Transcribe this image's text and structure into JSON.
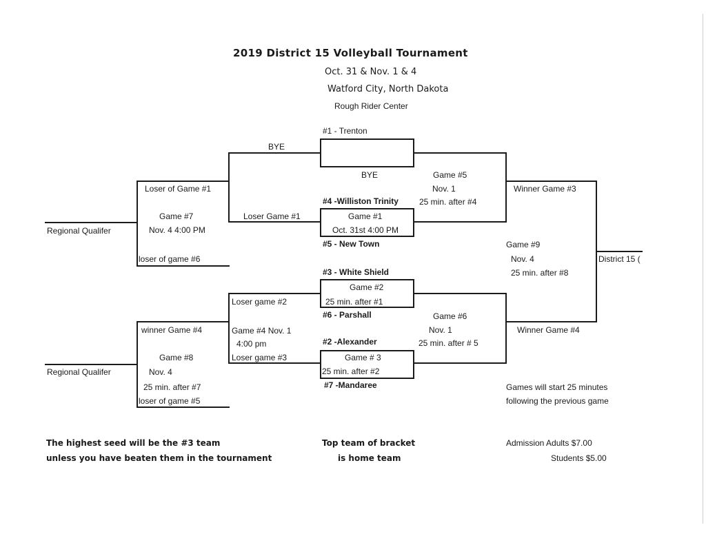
{
  "header": {
    "title": "2019 District 15 Volleyball Tournament",
    "dates": "Oct. 31 & Nov. 1 & 4",
    "city": "Watford City, North Dakota",
    "venue": "Rough Rider Center"
  },
  "seeds": {
    "s1": "#1 - Trenton",
    "s4": "#4 -Williston Trinity",
    "s5": "#5 - New Town",
    "s3": "#3 - White Shield",
    "s6": "#6 - Parshall",
    "s2": "#2 -Alexander",
    "s7": "#7 -Mandaree"
  },
  "games": {
    "bye_top": "BYE",
    "bye_below": "BYE",
    "g1_title": "Game #1",
    "g1_time": "Oct. 31st   4:00 PM",
    "g2_title": "Game #2",
    "g2_time": "25 min. after #1",
    "g3_title": "Game # 3",
    "g3_time": "25 min. after #2",
    "g4_label": "Game #4    Nov. 1",
    "g4_time": "4:00 pm",
    "g5_title": "Game #5",
    "g5_date": "Nov. 1",
    "g5_time": "25 min. after #4",
    "g6_title": "Game #6",
    "g6_date": "Nov. 1",
    "g6_time": "25 min. after # 5",
    "g7_title": "Game #7",
    "g7_time": "Nov. 4  4:00 PM",
    "g8_title": "Game #8",
    "g8_date": "Nov. 4",
    "g8_time": "25 min. after #7",
    "g9_title": "Game #9",
    "g9_date": "Nov. 4",
    "g9_time": "25 min. after #8"
  },
  "slots": {
    "loser_g1_top": "Loser of Game #1",
    "loser_g1_mid": "Loser Game #1",
    "loser_g6": "loser of game #6",
    "loser_g2": "Loser game #2",
    "loser_g3": "Loser game #3",
    "winner_g4_left": "winner Game #4",
    "loser_g5": "loser of game #5",
    "winner_g3": "Winner Game #3",
    "winner_g4_right": "Winner Game #4",
    "district": "District 15 (",
    "regional_top": "Regional Qualifer",
    "regional_bottom": "Regional Qualifer"
  },
  "notes": {
    "seed_line1": "The highest seed will be the #3 team",
    "seed_line2": "unless you have beaten them in the tournament",
    "home_line1": "Top team of bracket",
    "home_line2": "is home team",
    "start_line1": "Games will start 25 minutes",
    "start_line2": "following the previous game",
    "adm_adults": "Admission Adults $7.00",
    "adm_students": "Students $5.00"
  }
}
